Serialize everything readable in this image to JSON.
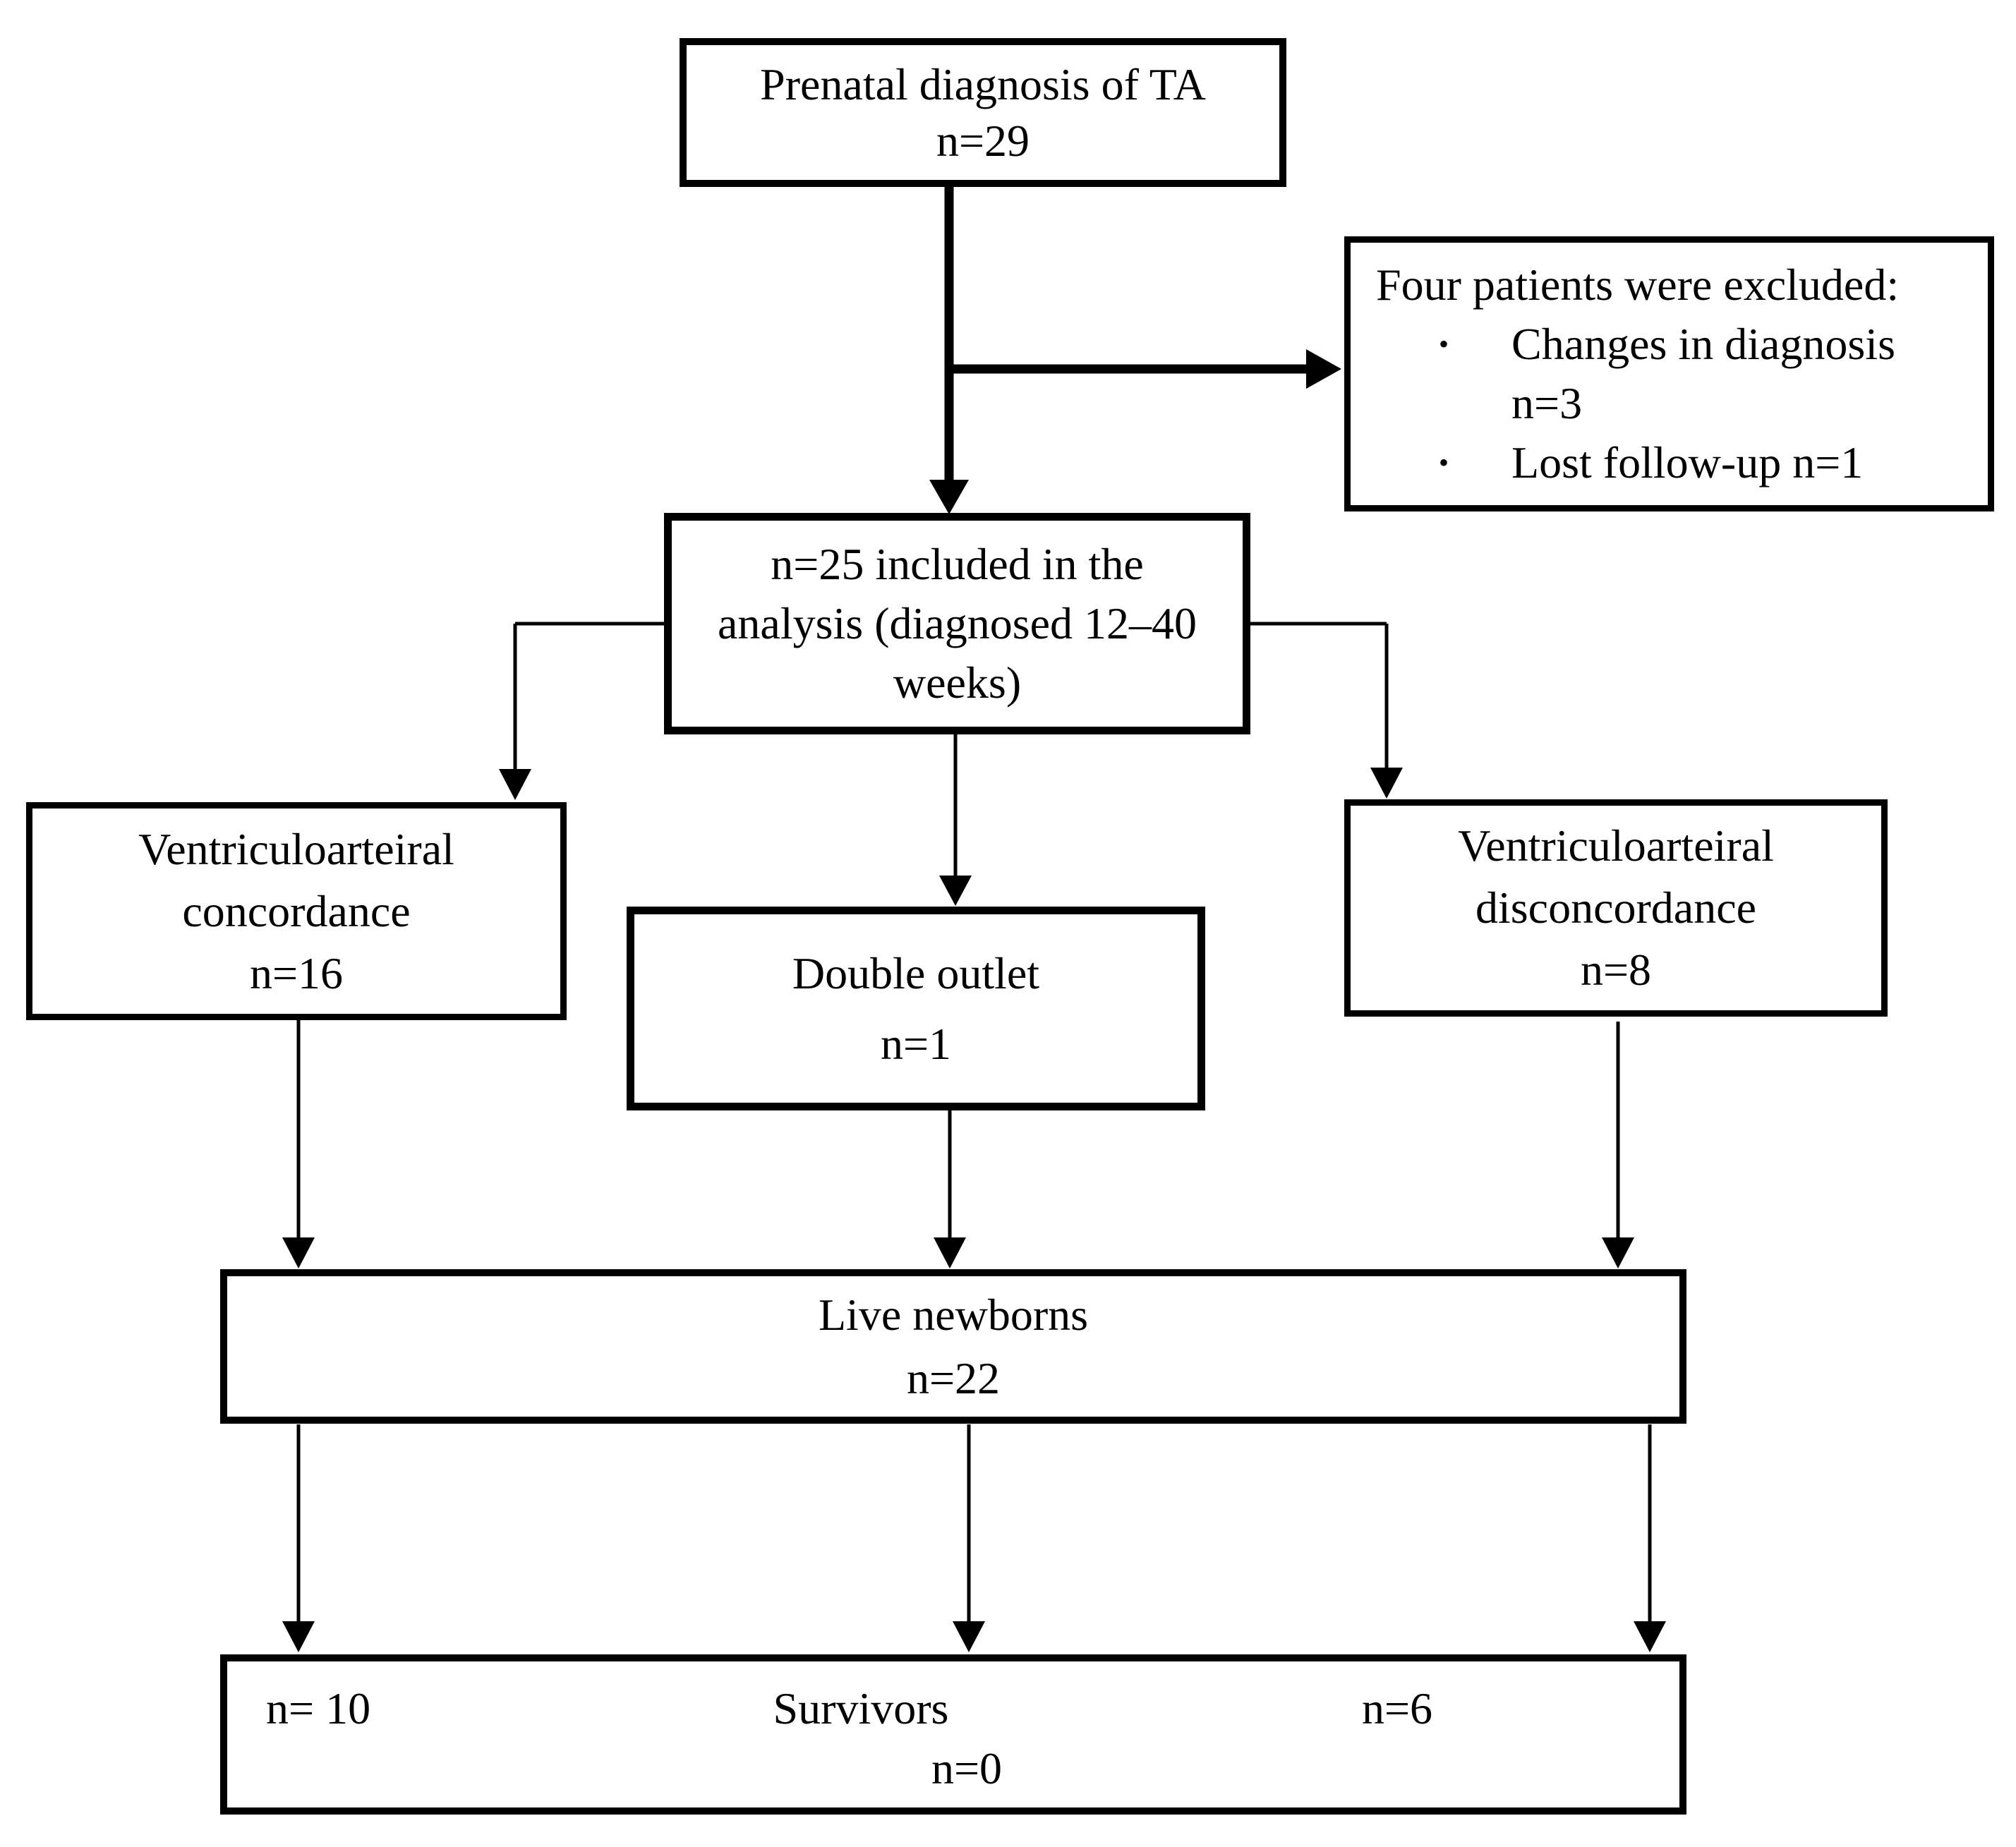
{
  "diagram": {
    "boxes": {
      "prenatal": {
        "line1": "Prenatal diagnosis of TA",
        "line2": "n=29"
      },
      "excluded": {
        "title": "Four patients were excluded:",
        "bullet": "•",
        "items": [
          {
            "text": "Changes in diagnosis\nn=3"
          },
          {
            "text": "Lost follow-up n=1"
          }
        ]
      },
      "included": {
        "line1": "n=25 included in the",
        "line2": "analysis (diagnosed 12–40",
        "line3": "weeks)"
      },
      "concordance": {
        "line1": "Ventriculoarteiral",
        "line2": "concordance",
        "line3": "n=16"
      },
      "double_outlet": {
        "line1": "Double outlet",
        "line2": "n=1"
      },
      "disconcordance": {
        "line1": "Ventriculoarteiral",
        "line2": "disconcordance",
        "line3": "n=8"
      },
      "live_newborns": {
        "line1": "Live newborns",
        "line2": "n=22"
      },
      "survivors": {
        "left_value": "n= 10",
        "label": "Survivors",
        "right_value": "n=6",
        "bottom_value": "n=0"
      }
    },
    "colors": {
      "ink": "#000000",
      "background": "#ffffff"
    }
  }
}
